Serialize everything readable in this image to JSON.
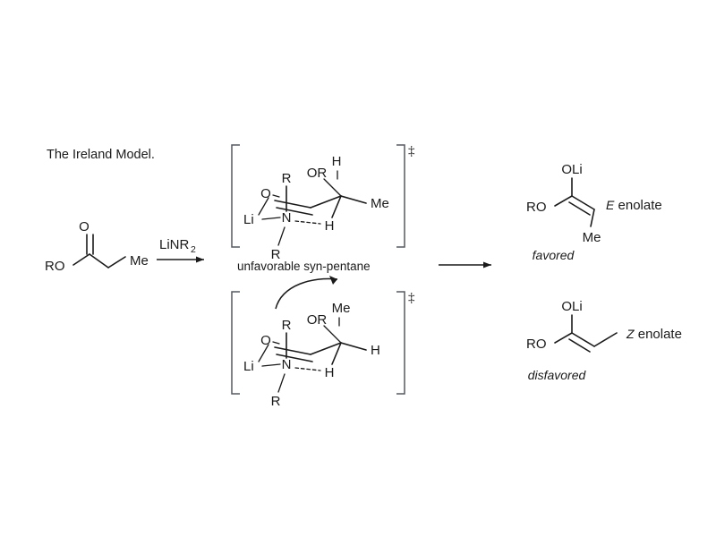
{
  "figure": {
    "title": "The Ireland Model.",
    "background": "#ffffff",
    "ink": "#1a1a1a",
    "bracket_color": "#555a60"
  },
  "starting_material": {
    "name": "propanoate-ester",
    "left_label": "RO",
    "carbonyl_oxygen": "O",
    "terminal_label": "Me"
  },
  "reagent": {
    "formula_base": "LiNR",
    "formula_subscript": "2",
    "arrow_name": "reaction-arrow-1"
  },
  "transition_states": [
    {
      "id": "ts-e",
      "dagger": "‡",
      "lithium": "Li",
      "enolate_oxygen": "O",
      "nitrogen": "N",
      "n_substituent_top": "R",
      "n_substituent_bottom": "R",
      "alkoxy": "OR",
      "axial_top": "H",
      "transferred_h": "H",
      "alpha_substituent": "Me"
    },
    {
      "id": "ts-z",
      "dagger": "‡",
      "lithium": "Li",
      "enolate_oxygen": "O",
      "nitrogen": "N",
      "n_substituent_top": "R",
      "n_substituent_bottom": "R",
      "alkoxy": "OR",
      "axial_top": "Me",
      "transferred_h": "H",
      "alpha_substituent": "H"
    }
  ],
  "middle_caption": "unfavorable syn-pentane",
  "product_arrow": {
    "name": "reaction-arrow-2"
  },
  "products": [
    {
      "id": "e-enolate",
      "left_label": "RO",
      "oli_label": "OLi",
      "methyl_label": "Me",
      "descriptor_italic": "E",
      "descriptor_rest": " enolate",
      "preference": "favored"
    },
    {
      "id": "z-enolate",
      "left_label": "RO",
      "oli_label": "OLi",
      "methyl_label": "",
      "descriptor_italic": "Z",
      "descriptor_rest": " enolate",
      "preference": "disfavored"
    }
  ]
}
